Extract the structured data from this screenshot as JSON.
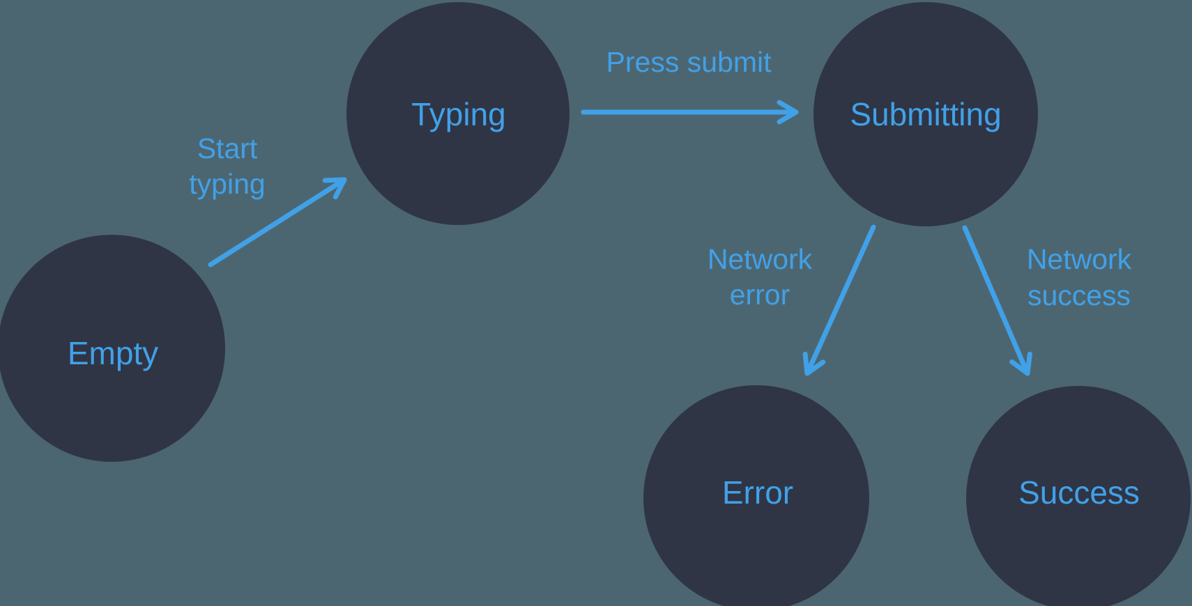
{
  "colors": {
    "background": "#4C6671",
    "node": "#2F3545",
    "accent": "#41A1E8"
  },
  "nodes": [
    {
      "id": "empty",
      "label": "Empty"
    },
    {
      "id": "typing",
      "label": "Typing"
    },
    {
      "id": "submitting",
      "label": "Submitting"
    },
    {
      "id": "error",
      "label": "Error"
    },
    {
      "id": "success",
      "label": "Success"
    }
  ],
  "edges": [
    {
      "id": "start-typing",
      "from": "empty",
      "to": "typing",
      "lines": [
        "Start",
        "typing"
      ]
    },
    {
      "id": "press-submit",
      "from": "typing",
      "to": "submitting",
      "lines": [
        "Press submit"
      ]
    },
    {
      "id": "network-error",
      "from": "submitting",
      "to": "error",
      "lines": [
        "Network",
        "error"
      ]
    },
    {
      "id": "network-success",
      "from": "submitting",
      "to": "success",
      "lines": [
        "Network",
        "success"
      ]
    }
  ]
}
